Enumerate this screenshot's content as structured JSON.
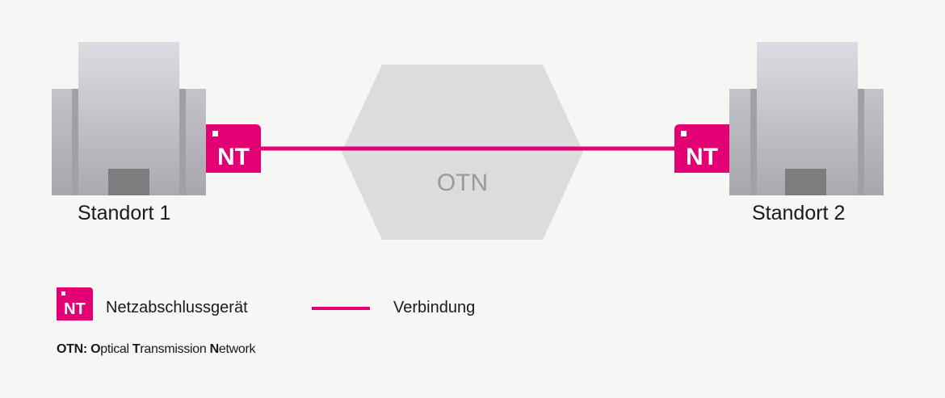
{
  "sites": [
    {
      "label": "Standort 1"
    },
    {
      "label": "Standort 2"
    }
  ],
  "device": {
    "label": "NT"
  },
  "network": {
    "label": "OTN"
  },
  "legend": {
    "device_icon": "NT",
    "device_label": "Netzabschlussgerät",
    "line_label": "Verbindung"
  },
  "footnote": {
    "parts": [
      {
        "text": "OTN:",
        "bold": true
      },
      {
        "text": " "
      },
      {
        "text": "O",
        "bold": true
      },
      {
        "text": "ptical "
      },
      {
        "text": "T",
        "bold": true
      },
      {
        "text": "ransmission "
      },
      {
        "text": "N",
        "bold": true
      },
      {
        "text": "etwork"
      }
    ]
  },
  "colors": {
    "accent": "#e20074",
    "background": "#f6f6f4",
    "network": "#dcdcdc"
  }
}
